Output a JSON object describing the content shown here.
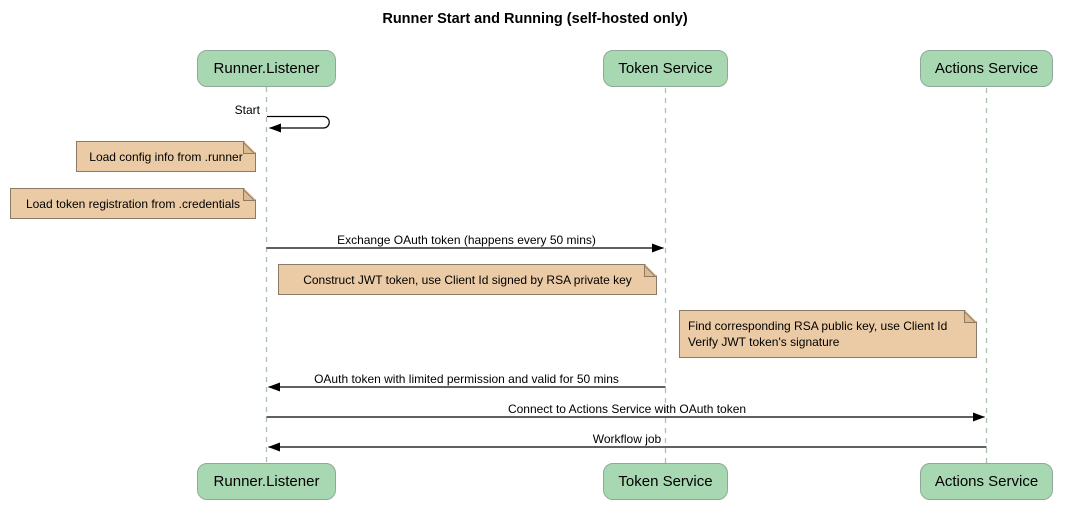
{
  "title": "Runner Start and Running (self-hosted only)",
  "diagram_type": "sequence-diagram",
  "participants": [
    {
      "name": "Runner.Listener"
    },
    {
      "name": "Token Service"
    },
    {
      "name": "Actions Service"
    }
  ],
  "self_message": {
    "label": "Start",
    "actor": "Runner.Listener"
  },
  "messages": [
    {
      "label": "Exchange OAuth token (happens every 50 mins)",
      "from": "Runner.Listener",
      "to": "Token Service",
      "direction": "right"
    },
    {
      "label": "OAuth token with limited permission and valid for 50 mins",
      "from": "Token Service",
      "to": "Runner.Listener",
      "direction": "left"
    },
    {
      "label": "Connect to Actions Service with OAuth token",
      "from": "Runner.Listener",
      "to": "Actions Service",
      "direction": "right"
    },
    {
      "label": "Workflow job",
      "from": "Actions Service",
      "to": "Runner.Listener",
      "direction": "left"
    }
  ],
  "notes": [
    {
      "text": "Load config info from .runner",
      "near": "Runner.Listener"
    },
    {
      "text": "Load token registration from .credentials",
      "near": "Runner.Listener"
    },
    {
      "text": "Construct JWT token, use Client Id signed by RSA private key",
      "near": "Runner.Listener"
    },
    {
      "lines": [
        "Find corresponding RSA public key, use Client Id",
        "Verify JWT token's signature"
      ],
      "near": "Token Service"
    }
  ],
  "colors": {
    "participant_fill": "#a8d8b2",
    "participant_border": "#8fa998",
    "note_fill": "#eacba5",
    "note_border": "#8a7a66",
    "note_fold": "#dcba8e",
    "lifeline": "#a9c3ac",
    "arrow": "#000000",
    "text": "#000000",
    "background": "#ffffff"
  }
}
